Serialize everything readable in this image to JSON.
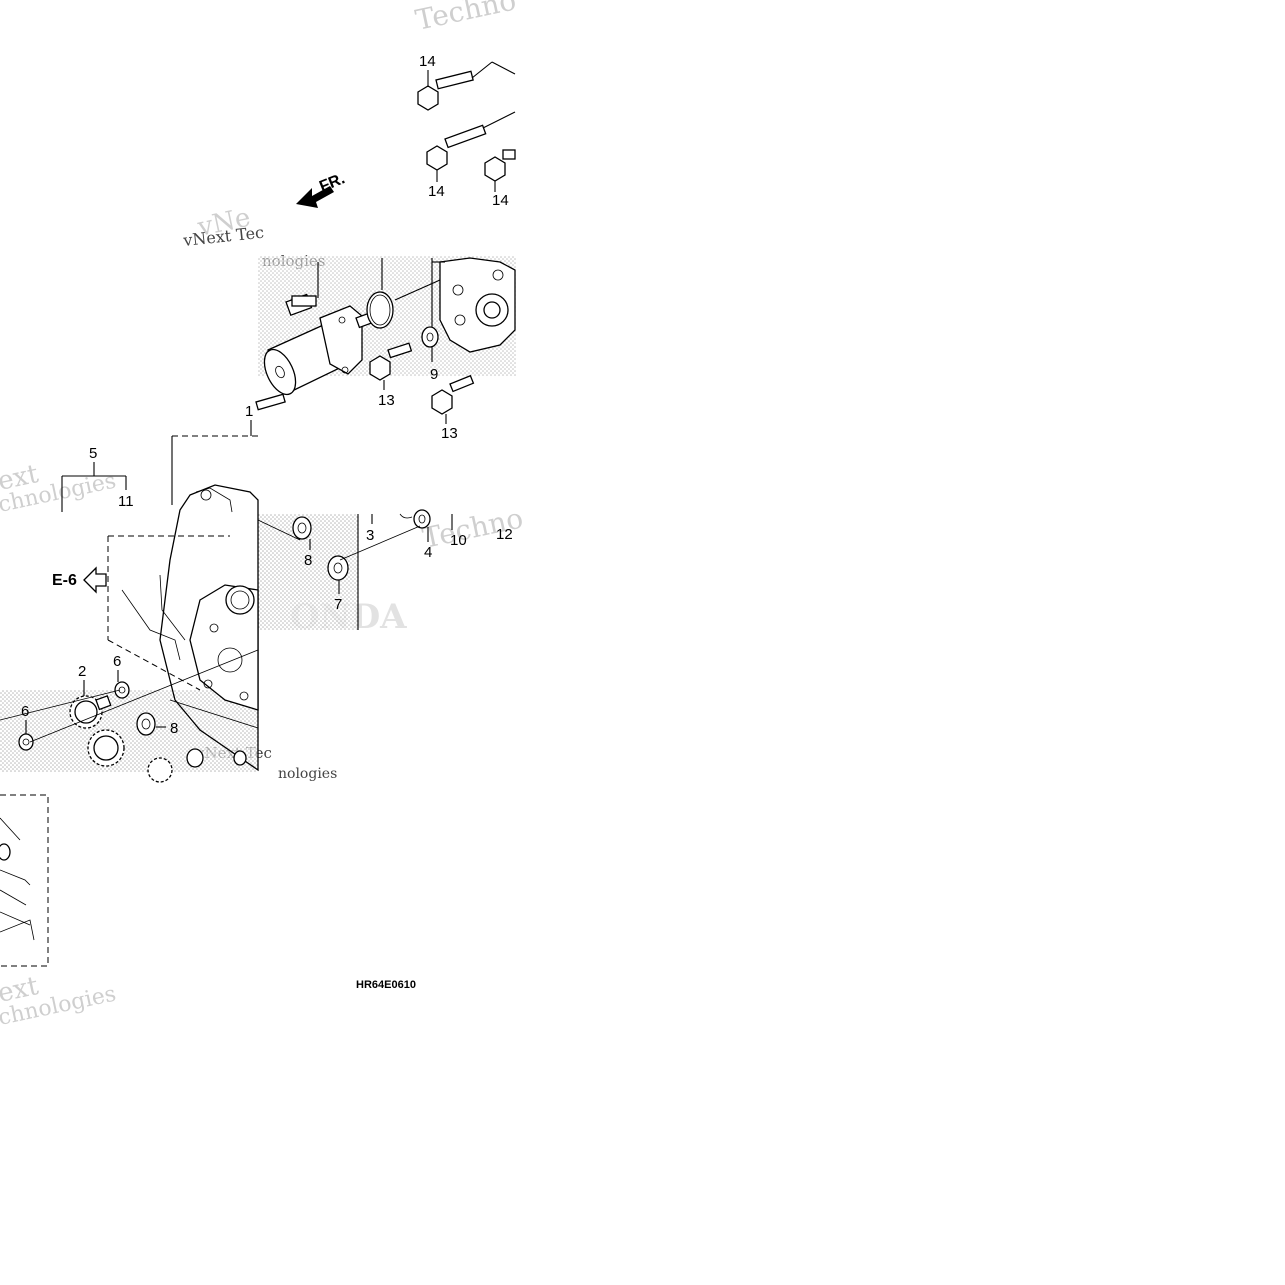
{
  "diagram": {
    "callouts": [
      "14",
      "14",
      "14",
      "13",
      "13",
      "9",
      "1",
      "5",
      "11",
      "3",
      "4",
      "10",
      "12",
      "8",
      "7",
      "2",
      "6",
      "6",
      "8"
    ],
    "arrows": {
      "front": "FR.",
      "reference": "E-6"
    },
    "diagram_code": "HR64E0610",
    "watermarks": [
      "Techno",
      "vNext Tec",
      "nologies",
      "vNe",
      "ext",
      "chnologies",
      "Techno",
      "vNext Tec",
      "nologies",
      "ext",
      "chnologies",
      "ONDA"
    ],
    "colors": {
      "ink": "#000000",
      "stipple": "#c8c8c8",
      "watermark": "#cfcfcf",
      "background": "#ffffff"
    }
  }
}
